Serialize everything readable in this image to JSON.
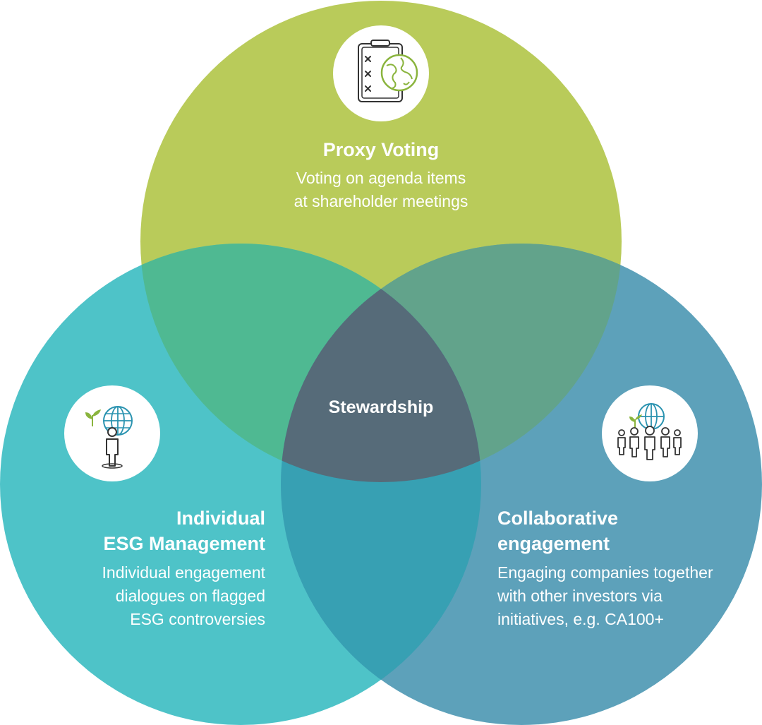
{
  "circles": {
    "proxy_voting": {
      "title": "Proxy Voting",
      "desc_lines": [
        "Voting on agenda items",
        "at shareholder meetings"
      ],
      "color": "#b9cb5a",
      "icon": "clipboard-globe-icon"
    },
    "individual": {
      "title_lines": [
        "Individual",
        "ESG Management"
      ],
      "desc_lines": [
        "Individual engagement",
        "dialogues on flagged",
        "ESG controversies"
      ],
      "color": "#4ec3c8",
      "icon": "person-globe-icon"
    },
    "collaborative": {
      "title_lines": [
        "Collaborative",
        "engagement"
      ],
      "desc_lines": [
        "Engaging companies together",
        "with other investors via",
        "initiatives, e.g. CA100+"
      ],
      "color": "#5da1ba",
      "icon": "group-globe-icon"
    }
  },
  "center": {
    "label": "Stewardship"
  },
  "colors": {
    "overlap_top_left": "#4fb992",
    "overlap_top_right": "#62a38b",
    "overlap_bottom": "#37a0b3",
    "center": "#566b79",
    "icon_stroke": "#333333",
    "icon_accent": "#8ab43d",
    "icon_teal": "#2a93b0"
  }
}
